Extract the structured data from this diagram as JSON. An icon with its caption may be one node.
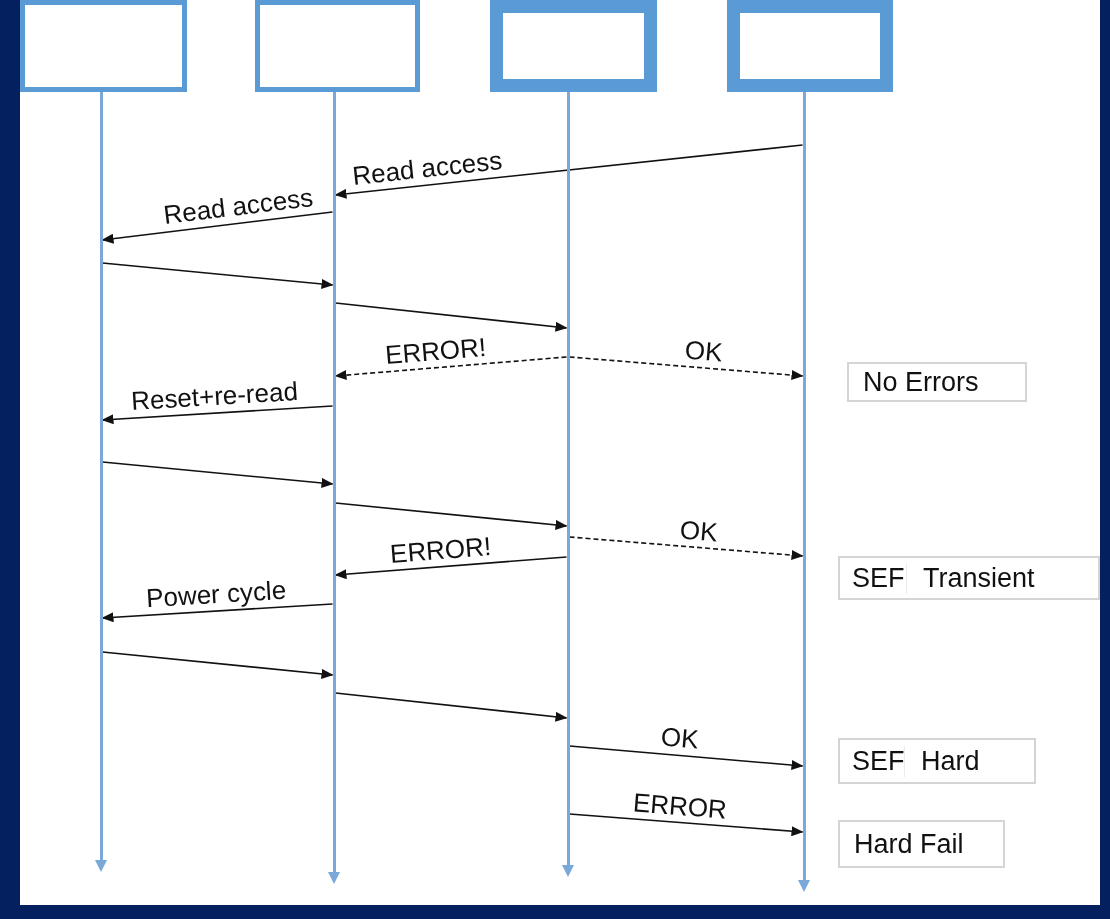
{
  "diagram": {
    "nodes": [
      {
        "text": [],
        "shape": "box"
      },
      {
        "text": [],
        "shape": "box"
      },
      {
        "text": [],
        "shape": "box"
      },
      {
        "text": [],
        "shape": "box"
      },
      {
        "text": [],
        "shape": "bar"
      },
      {
        "text": [],
        "shape": "bar"
      },
      {
        "text": [],
        "shape": "bar"
      },
      {
        "text": [],
        "shape": "bar"
      },
      {
        "text": [
          "No Errors"
        ]
      },
      {
        "text": [
          "SEF",
          "Transient"
        ]
      },
      {
        "text": [
          "SEF",
          "Hard"
        ]
      },
      {
        "text": [
          "Hard Fail"
        ]
      }
    ],
    "edges": [
      {
        "from": 7,
        "to": 5,
        "arrow": "to",
        "label": "Read access"
      },
      {
        "from": 5,
        "to": 4,
        "arrow": "to",
        "label": "Read access"
      },
      {
        "from": 4,
        "to": 5,
        "arrow": "to"
      },
      {
        "from": 5,
        "to": 6,
        "arrow": "to"
      },
      {
        "from": 6,
        "to": 5,
        "arrow": "to",
        "label": "ERROR!",
        "style": "dashed"
      },
      {
        "from": 6,
        "to": 7,
        "arrow": "to",
        "label": "OK",
        "style": "dashed"
      },
      {
        "from": 5,
        "to": 4,
        "arrow": "to",
        "label": "Reset+re-read"
      },
      {
        "from": 4,
        "to": 5,
        "arrow": "to"
      },
      {
        "from": 5,
        "to": 6,
        "arrow": "to"
      },
      {
        "from": 6,
        "to": 7,
        "arrow": "to",
        "label": "OK",
        "style": "dashed"
      },
      {
        "from": 6,
        "to": 5,
        "arrow": "to",
        "label": "ERROR!"
      },
      {
        "from": 5,
        "to": 4,
        "arrow": "to",
        "label": "Power cycle"
      },
      {
        "from": 4,
        "to": 5,
        "arrow": "to"
      },
      {
        "from": 5,
        "to": 6,
        "arrow": "to"
      },
      {
        "from": 6,
        "to": 7,
        "arrow": "to",
        "label": "OK"
      },
      {
        "from": 6,
        "to": 7,
        "arrow": "to",
        "label": "ERROR"
      }
    ]
  }
}
